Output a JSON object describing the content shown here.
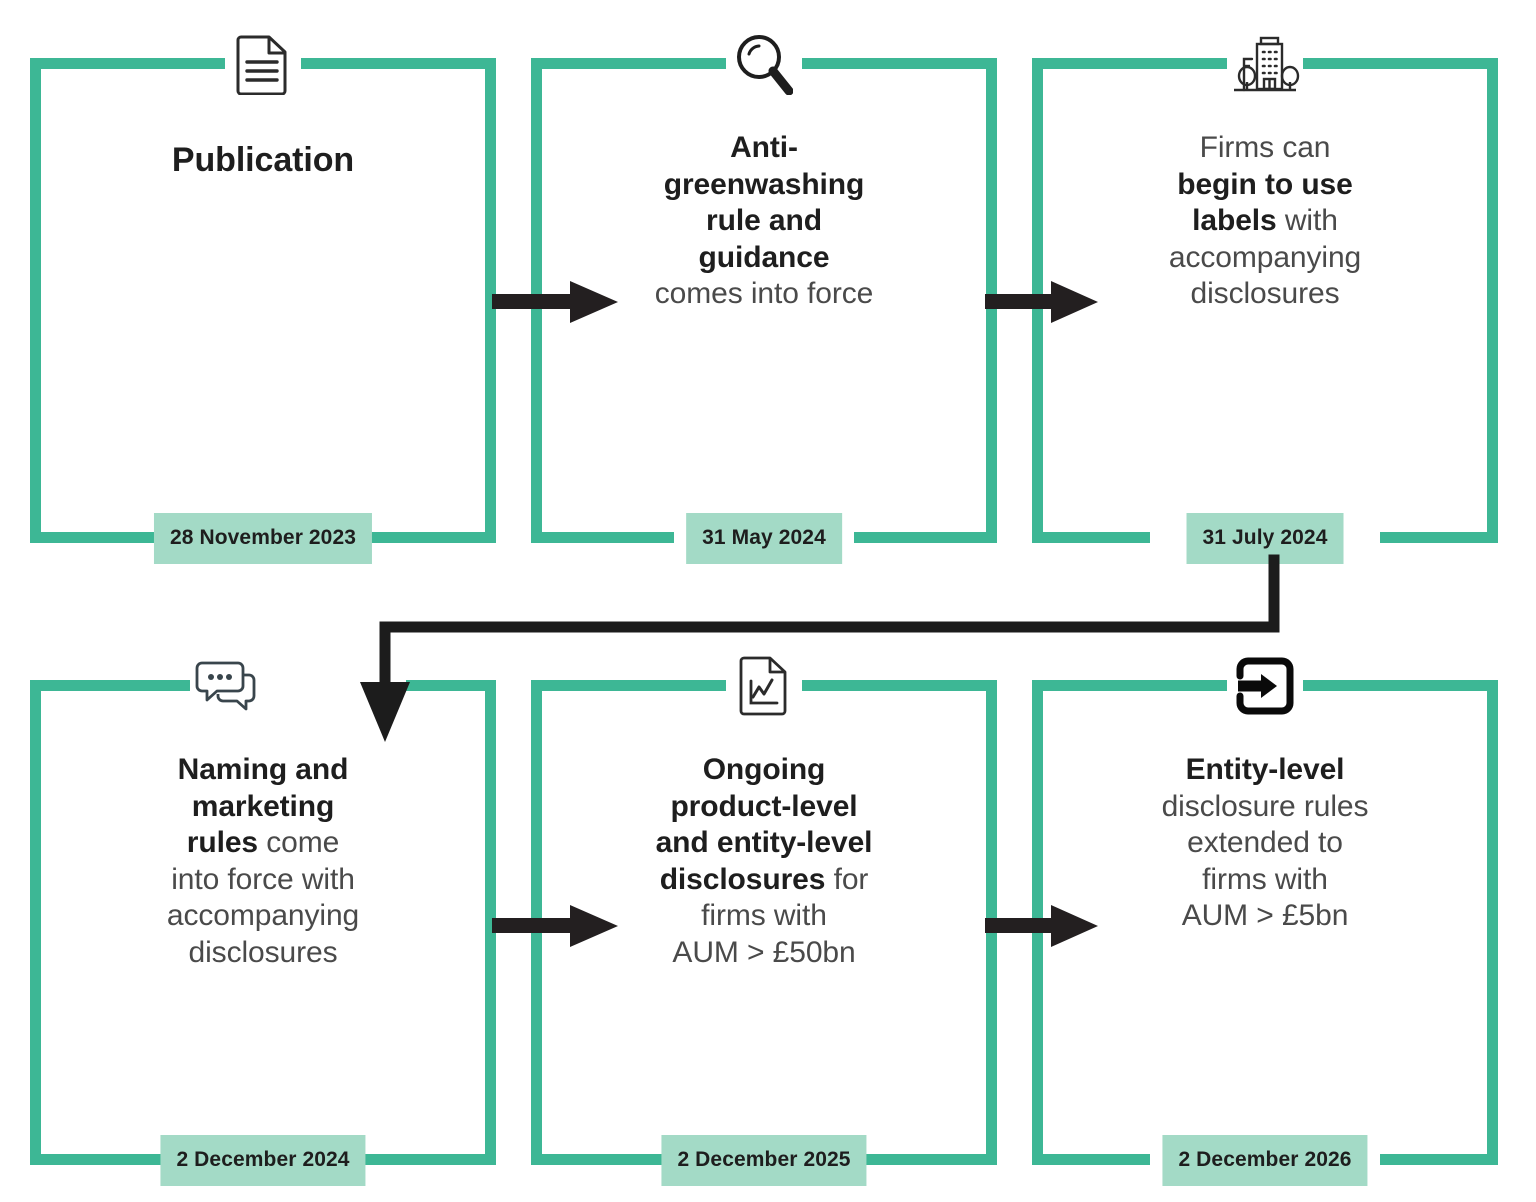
{
  "meta": {
    "title": "SDR and investment labels implementation timeline",
    "accent_green": "#3DB795",
    "badge_green": "#A3DAC6",
    "bold_text_color": "#1E1E1E",
    "body_text_color": "#4A4A4A",
    "arrow_color": "#231F20"
  },
  "milestones": [
    {
      "id": "publication",
      "icon": "document-icon",
      "date": "28 November 2023",
      "lines": [
        {
          "bold": "Publication",
          "rest": ""
        }
      ]
    },
    {
      "id": "anti-greenwashing",
      "icon": "magnifier-icon",
      "date": "31 May 2024",
      "lines": [
        {
          "bold": "Anti-",
          "rest": ""
        },
        {
          "bold": "greenwashing",
          "rest": ""
        },
        {
          "bold": "rule and",
          "rest": ""
        },
        {
          "bold": "guidance",
          "rest": ""
        },
        {
          "bold": "",
          "rest": "comes into force"
        }
      ]
    },
    {
      "id": "labels",
      "icon": "building-icon",
      "date": "31 July 2024",
      "lines": [
        {
          "bold": "",
          "rest": "Firms can"
        },
        {
          "bold": "begin to use",
          "rest": ""
        },
        {
          "bold": "labels",
          "rest": " with"
        },
        {
          "bold": "",
          "rest": "accompanying"
        },
        {
          "bold": "",
          "rest": "disclosures"
        }
      ]
    },
    {
      "id": "naming-marketing",
      "icon": "chat-bubbles-icon",
      "date": "2 December 2024",
      "lines": [
        {
          "bold": "Naming and",
          "rest": ""
        },
        {
          "bold": "marketing",
          "rest": ""
        },
        {
          "bold": "rules",
          "rest": " come"
        },
        {
          "bold": "",
          "rest": "into force with"
        },
        {
          "bold": "",
          "rest": "accompanying"
        },
        {
          "bold": "",
          "rest": "disclosures"
        }
      ]
    },
    {
      "id": "ongoing-disclosures",
      "icon": "chart-document-icon",
      "date": "2 December 2025",
      "lines": [
        {
          "bold": "Ongoing",
          "rest": ""
        },
        {
          "bold": "product-level",
          "rest": ""
        },
        {
          "bold": "and entity-level",
          "rest": ""
        },
        {
          "bold": "disclosures",
          "rest": " for"
        },
        {
          "bold": "",
          "rest": "firms with"
        },
        {
          "bold": "",
          "rest": "AUM > £50bn"
        }
      ]
    },
    {
      "id": "entity-level",
      "icon": "enter-arrow-icon",
      "date": "2 December 2026",
      "lines": [
        {
          "bold": "Entity-level",
          "rest": ""
        },
        {
          "bold": "",
          "rest": "disclosure rules"
        },
        {
          "bold": "",
          "rest": "extended to"
        },
        {
          "bold": "",
          "rest": "firms with"
        },
        {
          "bold": "",
          "rest": "AUM > £5bn"
        }
      ]
    }
  ],
  "flow_arrows": [
    {
      "id": "arrow-pub-to-agw",
      "type": "right"
    },
    {
      "id": "arrow-agw-to-labels",
      "type": "right"
    },
    {
      "id": "arrow-labels-to-naming",
      "type": "elbow-down-left"
    },
    {
      "id": "arrow-naming-to-ongoing",
      "type": "right"
    },
    {
      "id": "arrow-ongoing-to-entity",
      "type": "right"
    }
  ]
}
